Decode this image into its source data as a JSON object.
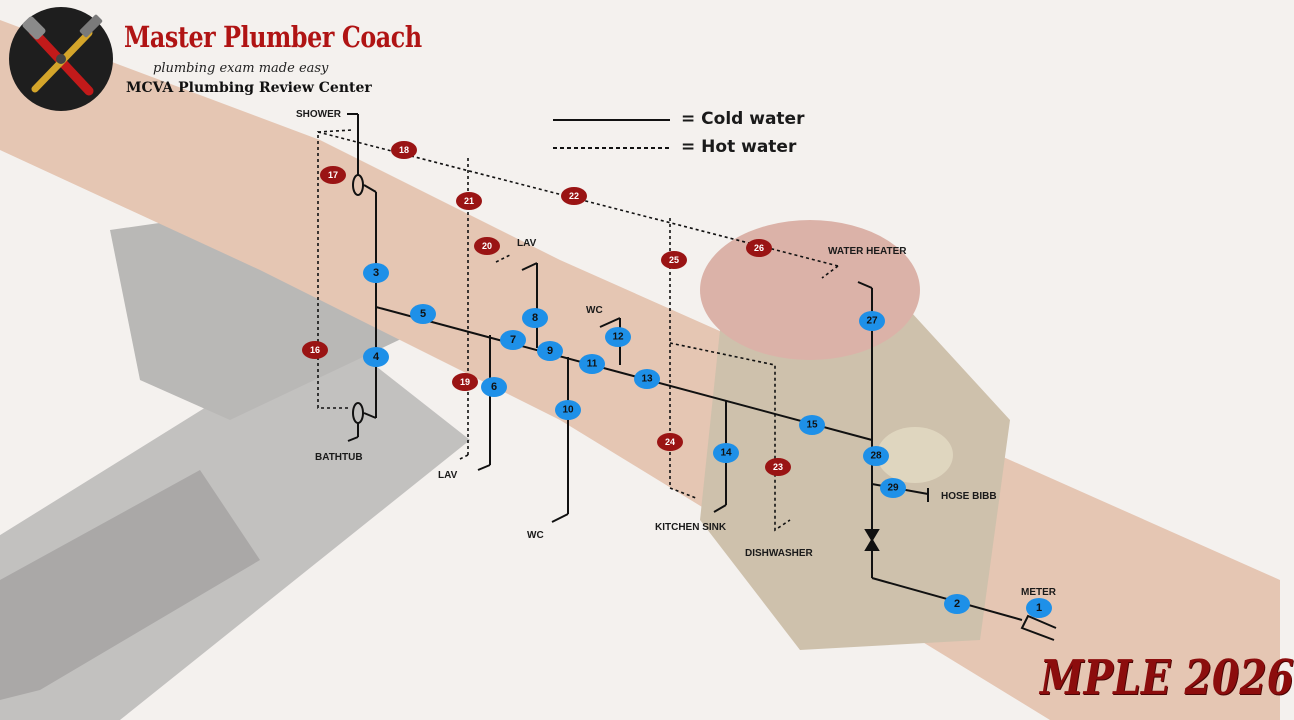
{
  "brand": {
    "title": "Master Plumber Coach",
    "tagline": "plumbing exam made easy",
    "center": "MCVA Plumbing Review Center"
  },
  "legend": {
    "cold": "= Cold water",
    "hot": "= Hot water"
  },
  "badge": "MPLE 2026",
  "colors": {
    "cold_node": "#1e90e8",
    "hot_node": "#9a1414",
    "pipe": "#111111",
    "brand_red": "#b01414"
  },
  "fixtures": {
    "shower": "SHOWER",
    "bathtub": "BATHTUB",
    "lav_upper": "LAV",
    "lav_lower": "LAV",
    "wc_upper": "WC",
    "wc_lower": "WC",
    "water_heater": "WATER HEATER",
    "kitchen_sink": "KITCHEN SINK",
    "dishwasher": "DISHWASHER",
    "hose_bibb": "HOSE BIBB",
    "meter": "METER"
  },
  "nodes": {
    "n1": "1",
    "n2": "2",
    "n3": "3",
    "n4": "4",
    "n5": "5",
    "n6": "6",
    "n7": "7",
    "n8": "8",
    "n9": "9",
    "n10": "10",
    "n11": "11",
    "n12": "12",
    "n13": "13",
    "n14": "14",
    "n15": "15",
    "n16": "16",
    "n17": "17",
    "n18": "18",
    "n19": "19",
    "n20": "20",
    "n21": "21",
    "n22": "22",
    "n23": "23",
    "n24": "24",
    "n25": "25",
    "n26": "26",
    "n27": "27",
    "n28": "28",
    "n29": "29"
  }
}
